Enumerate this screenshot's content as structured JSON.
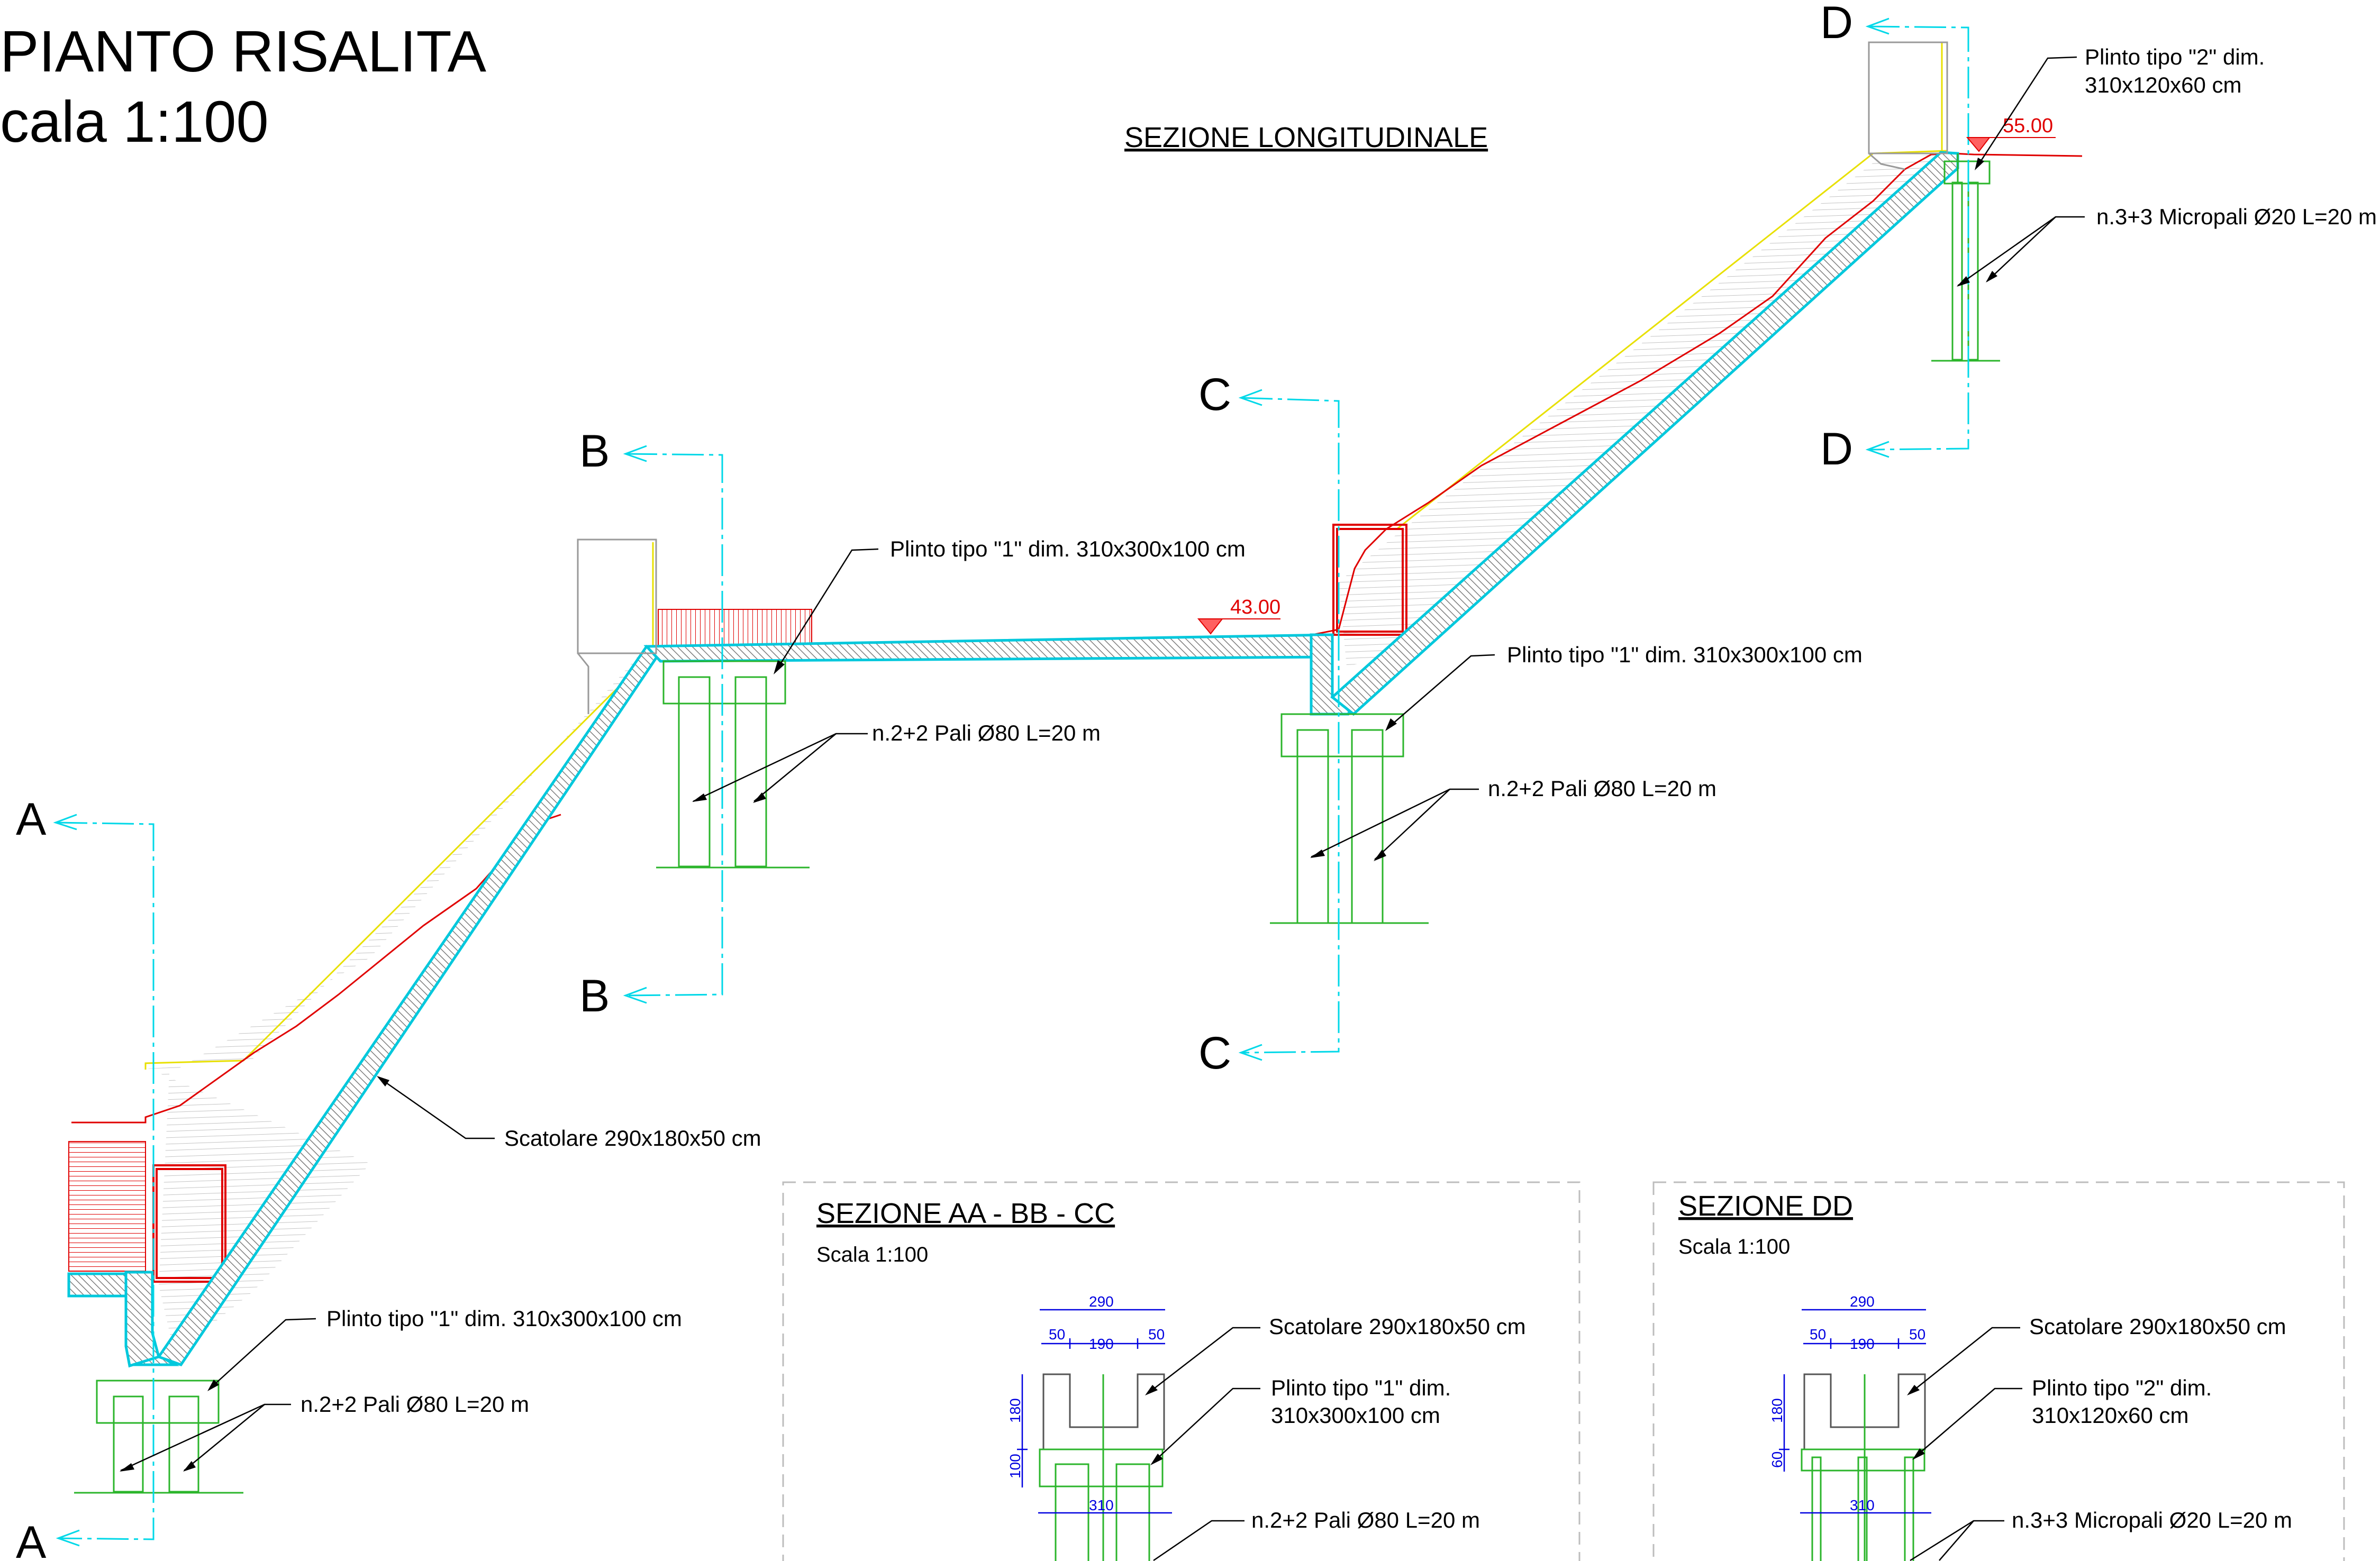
{
  "title": {
    "line1": "PIANTO RISALITA",
    "line2": "cala 1:100"
  },
  "longitudinal_heading": "SEZIONE LONGITUDINALE",
  "section_markers": {
    "a": "A",
    "b": "B",
    "c": "C",
    "d": "D"
  },
  "elevations": {
    "mid": "43.00",
    "top": "55.00"
  },
  "notes": {
    "plinto1_b": "Plinto tipo \"1\" dim. 310x300x100 cm",
    "pali_b": "n.2+2 Pali Ø80 L=20 m",
    "plinto1_c": "Plinto tipo \"1\" dim. 310x300x100 cm",
    "pali_c": "n.2+2 Pali Ø80 L=20 m",
    "plinto2_d_line1": "Plinto tipo \"2\" dim.",
    "plinto2_d_line2": "310x120x60 cm",
    "micropali_d": "n.3+3 Micropali Ø20 L=20 m",
    "scatolare": "Scatolare 290x180x50 cm",
    "plinto1_a": "Plinto tipo \"1\" dim. 310x300x100 cm",
    "pali_a": "n.2+2 Pali Ø80 L=20 m"
  },
  "section_abc": {
    "heading": "SEZIONE AA - BB - CC",
    "scale": "Scala 1:100",
    "scatolare": "Scatolare 290x180x50 cm",
    "plinto_line1": "Plinto tipo \"1\" dim.",
    "plinto_line2": "310x300x100 cm",
    "pali": "n.2+2 Pali Ø80 L=20 m",
    "dims": {
      "width": "290",
      "left": "50",
      "inner": "190",
      "right": "50",
      "height": "180",
      "plinth_height": "100",
      "plinth_width": "310"
    }
  },
  "section_dd": {
    "heading": "SEZIONE DD",
    "scale": "Scala 1:100",
    "scatolare": "Scatolare 290x180x50 cm",
    "plinto_line1": "Plinto tipo \"2\" dim.",
    "plinto_line2": "310x120x60 cm",
    "micropali": "n.3+3 Micropali Ø20 L=20 m",
    "dims": {
      "width": "290",
      "left": "50",
      "inner": "190",
      "right": "50",
      "height": "180",
      "plinth_height": "60",
      "plinth_width": "310"
    }
  },
  "colors": {
    "structure_outline": "#00c8dc",
    "section_cut": "#00d8e8",
    "foundation": "#2bb52b",
    "terrain": "#e00000",
    "ground_line": "#e8e000",
    "dimensions": "#0000e0"
  }
}
